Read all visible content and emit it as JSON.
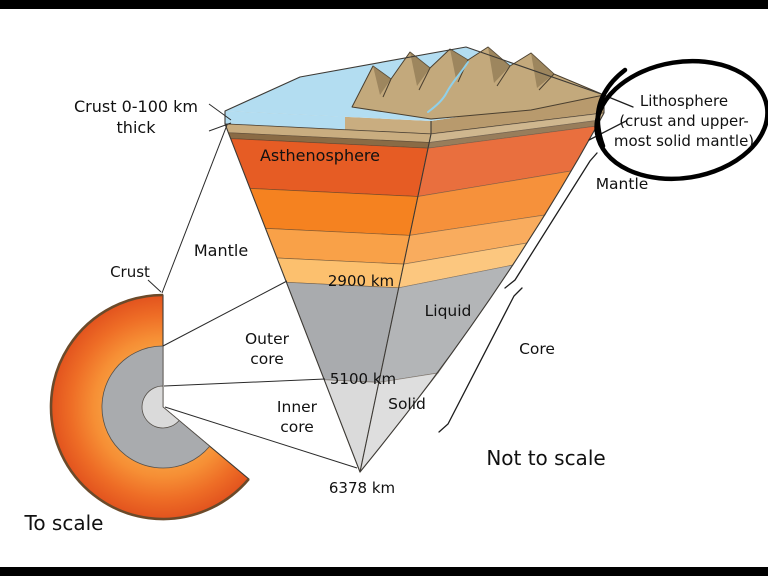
{
  "diagram": {
    "title": "Earth interior cutaway diagram",
    "left_labels": {
      "crust_thickness_1": "Crust 0-100 km",
      "crust_thickness_2": "thick",
      "mantle": "Mantle",
      "crust": "Crust",
      "outer_core_1": "Outer",
      "outer_core_2": "core",
      "inner_core_1": "Inner",
      "inner_core_2": "core"
    },
    "wedge_labels": {
      "asthenosphere": "Asthenosphere",
      "depth_2900": "2900 km",
      "depth_5100": "5100 km",
      "depth_6378": "6378 km",
      "liquid": "Liquid",
      "solid": "Solid"
    },
    "right_labels": {
      "lithosphere_1": "Lithosphere",
      "lithosphere_2": "(crust and upper-",
      "lithosphere_3": "most solid mantle)",
      "mantle": "Mantle",
      "core": "Core"
    },
    "captions": {
      "not_to_scale": "Not to scale",
      "to_scale": "To scale"
    },
    "colors": {
      "water": "#b3ddf1",
      "terrain": "#c3a97c",
      "terrain_shadow": "#8e7852",
      "soil": "#c9ad80",
      "soil_dark": "#b89a6d",
      "crust_line": "#8a6b45",
      "asthenosphere": "#e65c24",
      "mantle_orange": "#f58220",
      "mantle_light": "#f9a148",
      "mantle_pale": "#fcc06e",
      "outer_core": "#a9abae",
      "inner_core": "#dadada",
      "annotation": "#000000"
    }
  }
}
